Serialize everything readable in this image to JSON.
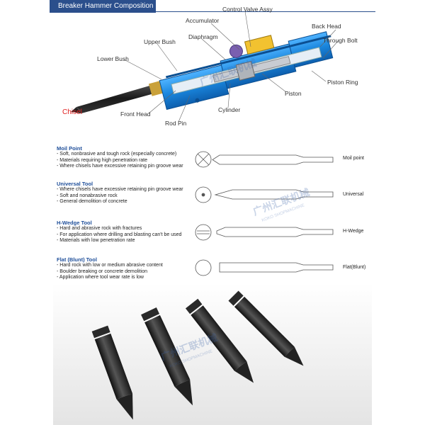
{
  "header": {
    "title": "Breaker Hammer Composition"
  },
  "components": {
    "control_valve": "Control Valve Assy",
    "accumulator": "Accumulator",
    "back_head": "Back Head",
    "diaphragm": "Diaphragm",
    "upper_bush": "Upper Bush",
    "through_bolt": "Through Bolt",
    "lower_bush": "Lower Bush",
    "piston_ring": "Piston Ring",
    "piston": "Piston",
    "chisel": "Chisel",
    "front_head": "Front Head",
    "cylinder": "Cylinder",
    "rod_pin": "Rod Pin"
  },
  "tools": [
    {
      "title": "Moil Point",
      "bullets": [
        "- Soft, nonbrasive and tough rock (especially concrete)",
        "- Materials requiring high penetration rate",
        "- Where chisels have excessive retaining pin groove wear"
      ],
      "name": "Moil point"
    },
    {
      "title": "Universal Tool",
      "bullets": [
        "- Where chisels have excessive retaining pin groove wear",
        "- Soft and nonabrasive rock",
        "- General demolition of concrete"
      ],
      "name": "Universal"
    },
    {
      "title": "H-Wedge Tool",
      "bullets": [
        "- Hard and abrasive rock with fractures",
        "- For application where drilling and blasting can't be used",
        "- Materials with low penetration rate"
      ],
      "name": "H-Wedge"
    },
    {
      "title": "Flat (Blunt) Tool",
      "bullets": [
        "- Hard rock with low or medium abrasive content",
        "- Boulder breaking or concrete demolition",
        "- Application where tool wear rate is low"
      ],
      "name": "Flat(Blunt)"
    }
  ],
  "watermark": {
    "cn": "广州汇联机械",
    "en": "KOKO SHOPMACHINE"
  },
  "colors": {
    "banner": "#2b4f8c",
    "hammer_body": "#1f8fe0",
    "chisel_label": "#e02020",
    "tool_title": "#1f4f9a"
  }
}
